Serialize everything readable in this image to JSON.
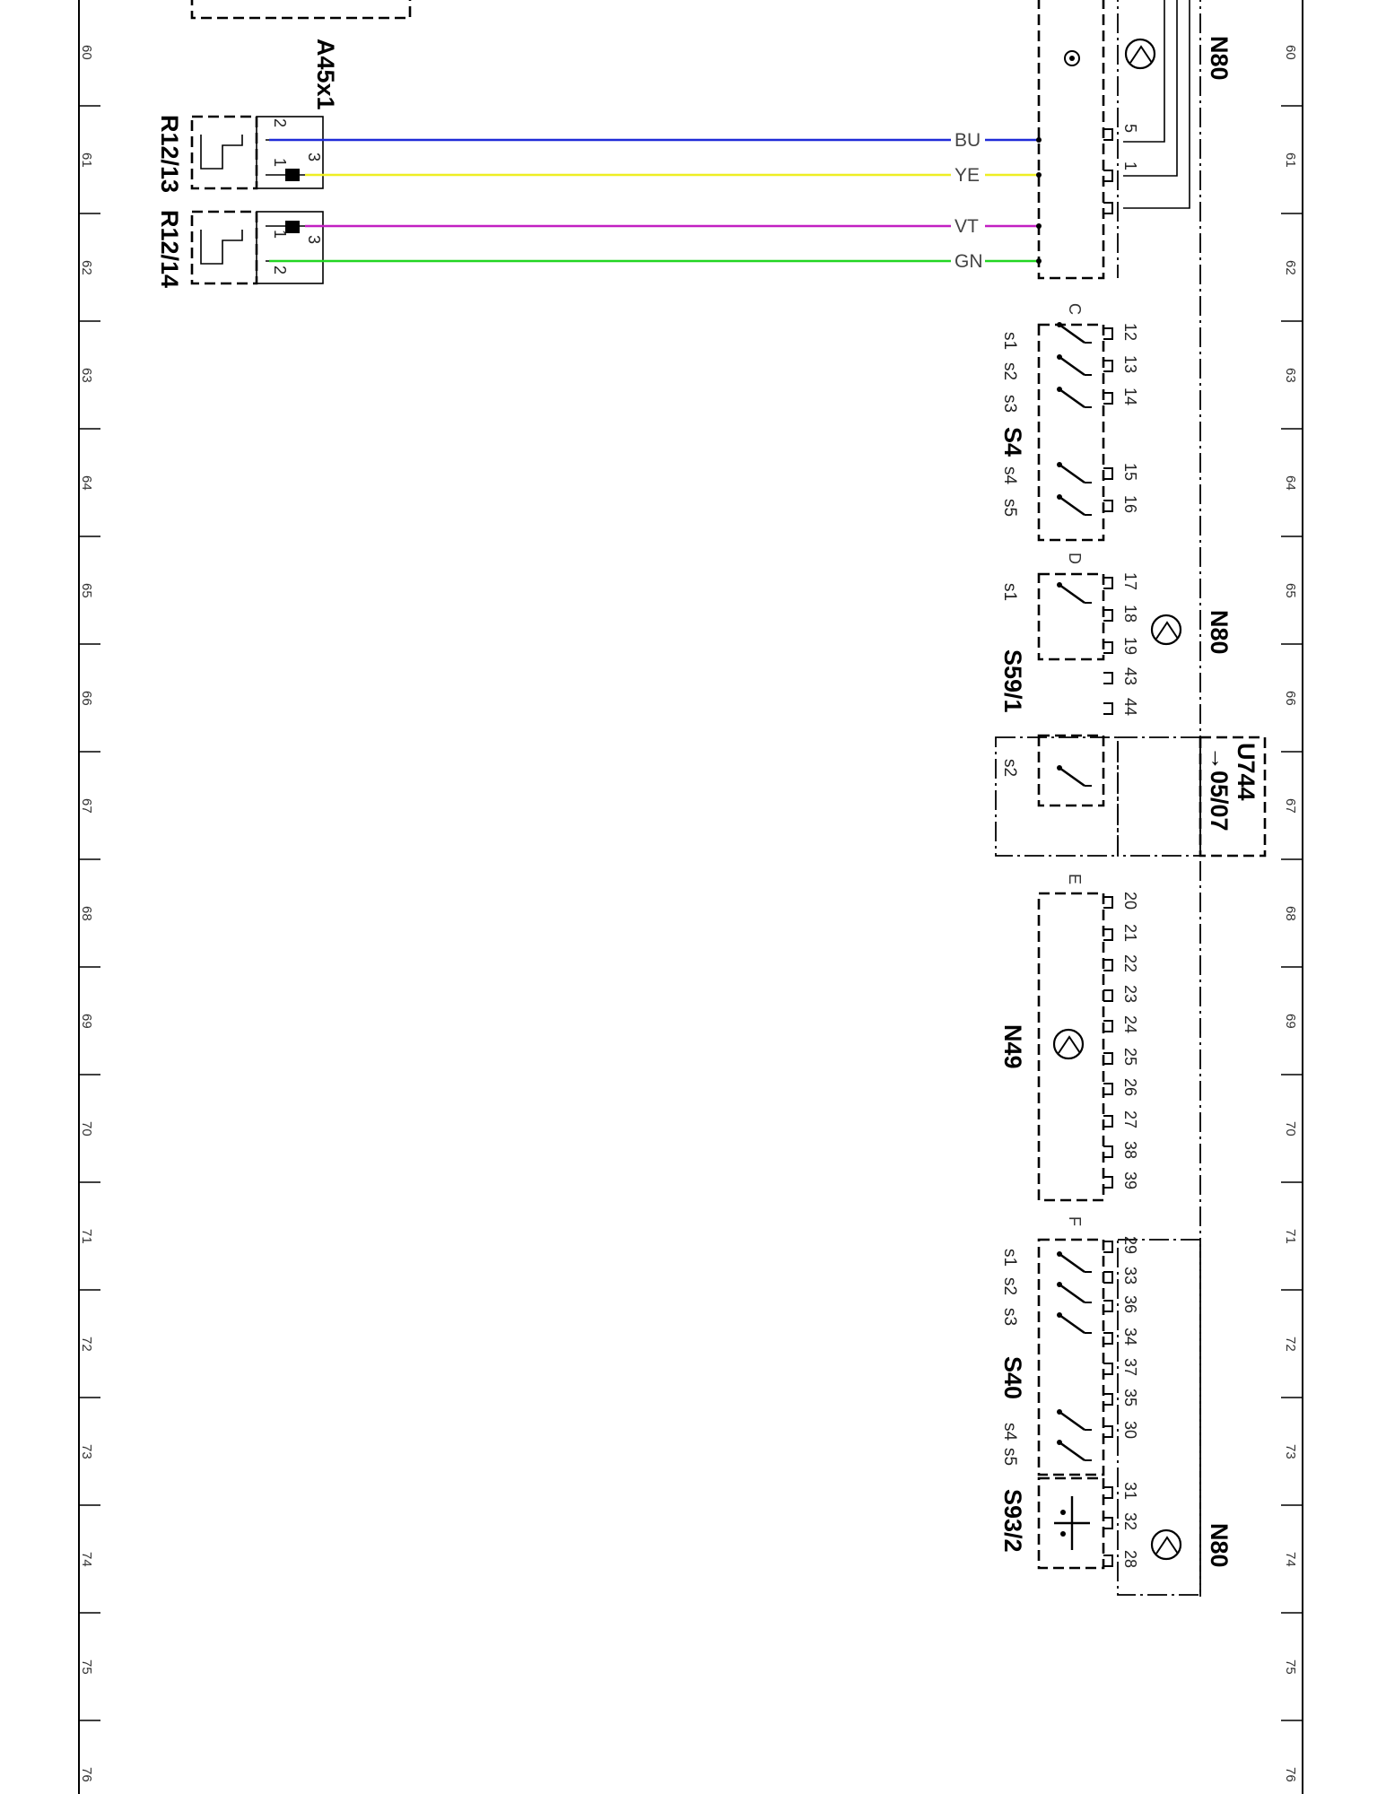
{
  "grid": {
    "rows": [
      "60",
      "61",
      "62",
      "63",
      "64",
      "65",
      "66",
      "67",
      "68",
      "69",
      "70",
      "71",
      "72",
      "73",
      "74",
      "75",
      "76"
    ]
  },
  "components": {
    "a45x1": "A45x1",
    "r12_13": "R12/13",
    "r12_14": "R12/14",
    "n80_top": "N80",
    "n80_mid": "N80",
    "n80_bottom": "N80",
    "s4": "S4",
    "s59_1": "S59/1",
    "u744": "U744",
    "u744_ref": "→05/07",
    "n49": "N49",
    "s40": "S40",
    "s93_2": "S93/2"
  },
  "connectors": {
    "c": "C",
    "d": "D",
    "e": "E",
    "f": "F"
  },
  "wires": [
    {
      "label": "BU",
      "color": "#1f2bd8"
    },
    {
      "label": "YE",
      "color": "#eeee22"
    },
    {
      "label": "VT",
      "color": "#c21fc2"
    },
    {
      "label": "GN",
      "color": "#22d622"
    }
  ],
  "sensor_pins": {
    "r12_13": [
      "2",
      "3",
      "1"
    ],
    "r12_14": [
      "3",
      "1",
      "2"
    ]
  },
  "n80_top_pins": [
    "5",
    "1"
  ],
  "pins_c": [
    "12",
    "13",
    "14",
    "15",
    "16"
  ],
  "pins_d": [
    "17",
    "18",
    "19",
    "43",
    "44"
  ],
  "pins_e": [
    "20",
    "21",
    "22",
    "23",
    "24",
    "25",
    "26",
    "27",
    "38",
    "39"
  ],
  "pins_f": [
    "29",
    "33",
    "36",
    "34",
    "37",
    "35",
    "30",
    "31",
    "32",
    "28"
  ],
  "switch_labels": {
    "s4": [
      "s1",
      "s2",
      "s3",
      "s4",
      "s5"
    ],
    "s59_1": [
      "s1",
      "s2"
    ],
    "s40": [
      "s1",
      "s2",
      "s3",
      "s4",
      "s5"
    ]
  }
}
